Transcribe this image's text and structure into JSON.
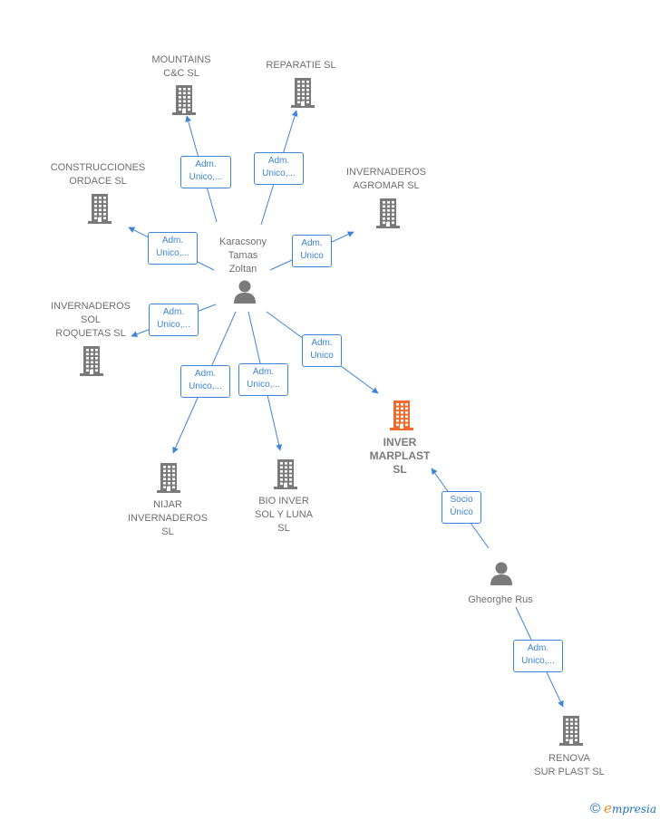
{
  "colors": {
    "edge": "#3d85d6",
    "company": "#7a7a7a",
    "focus_company": "#f26a2e",
    "person": "#7a7a7a"
  },
  "persons": [
    {
      "id": "karacsony",
      "label": "Karacsony\nTamas\nZoltan"
    },
    {
      "id": "gheorghe",
      "label": "Gheorghe Rus"
    }
  ],
  "companies": [
    {
      "id": "mountains",
      "label": "MOUNTAINS\nC&C  SL",
      "highlight": false
    },
    {
      "id": "reparatie",
      "label": "REPARATIE  SL",
      "highlight": false
    },
    {
      "id": "construcciones",
      "label": "CONSTRUCCIONES\nORDACE  SL",
      "highlight": false
    },
    {
      "id": "agromar",
      "label": "INVERNADEROS\nAGROMAR  SL",
      "highlight": false
    },
    {
      "id": "roquetas",
      "label": "INVERNADEROS\nSOL\nROQUETAS  SL",
      "highlight": false
    },
    {
      "id": "marplast",
      "label": "INVER\nMARPLAST\nSL",
      "highlight": true
    },
    {
      "id": "nijar",
      "label": "NIJAR\nINVERNADEROS\nSL",
      "highlight": false
    },
    {
      "id": "bioinver",
      "label": "BIO INVER\nSOL Y LUNA\nSL",
      "highlight": false
    },
    {
      "id": "renova",
      "label": "RENOVA\nSUR PLAST  SL",
      "highlight": false
    }
  ],
  "edges": [
    {
      "from": "karacsony",
      "to": "mountains",
      "role": "Adm.\nUnico,..."
    },
    {
      "from": "karacsony",
      "to": "reparatie",
      "role": "Adm.\nUnico,..."
    },
    {
      "from": "karacsony",
      "to": "construcciones",
      "role": "Adm.\nUnico,..."
    },
    {
      "from": "karacsony",
      "to": "agromar",
      "role": "Adm.\nUnico"
    },
    {
      "from": "karacsony",
      "to": "roquetas",
      "role": "Adm.\nUnico,..."
    },
    {
      "from": "karacsony",
      "to": "marplast",
      "role": "Adm.\nUnico"
    },
    {
      "from": "karacsony",
      "to": "nijar",
      "role": "Adm.\nUnico,..."
    },
    {
      "from": "karacsony",
      "to": "bioinver",
      "role": "Adm.\nUnico,..."
    },
    {
      "from": "gheorghe",
      "to": "marplast",
      "role": "Socio\nÚnico"
    },
    {
      "from": "gheorghe",
      "to": "renova",
      "role": "Adm.\nUnico,..."
    }
  ],
  "footer": {
    "copyright": "©",
    "brand_initial": "e",
    "brand_rest": "mpresia"
  }
}
